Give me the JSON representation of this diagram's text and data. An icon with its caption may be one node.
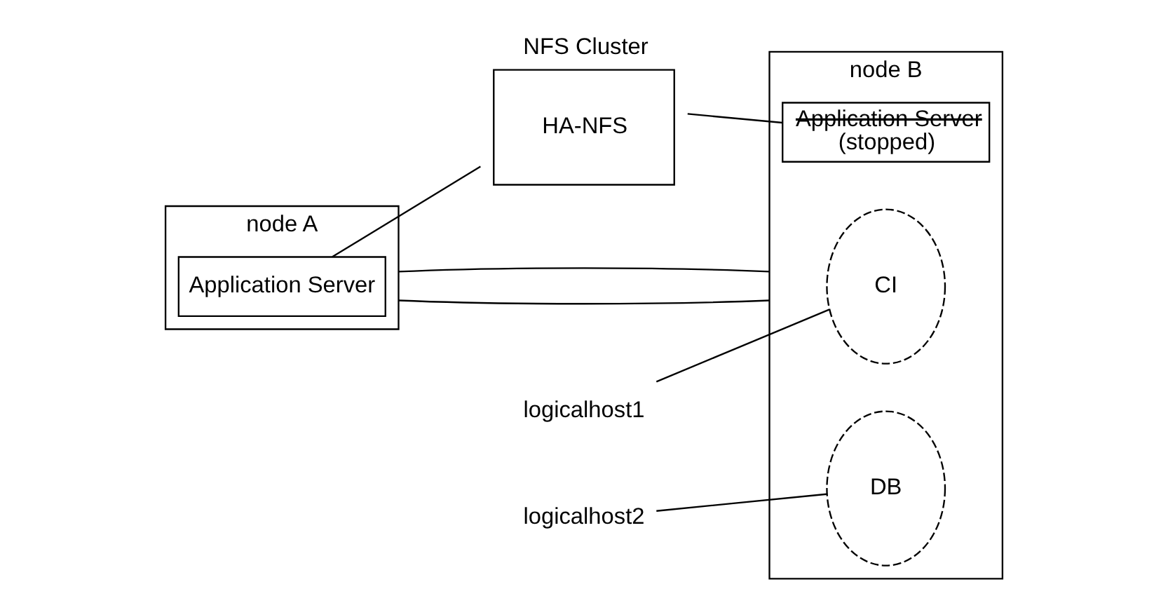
{
  "diagram": {
    "nodes": [
      {
        "text": [
          "node A"
        ]
      },
      {
        "text": [
          "Application Server"
        ],
        "in": 0
      },
      {
        "text": [
          "node B"
        ]
      },
      {
        "text": [
          "CI"
        ],
        "in": 2
      },
      {
        "text": [
          "DB"
        ],
        "in": 2
      },
      {
        "text": [
          "Application Server",
          "(stopped)"
        ],
        "in": 2
      },
      {
        "text": [
          "NFS Cluster",
          "HA-NFS"
        ]
      },
      {
        "text": [
          "logicalhost1"
        ]
      },
      {
        "text": [
          "logicalhost2"
        ]
      }
    ],
    "edges": [
      {
        "from": 0,
        "to": 2,
        "arrow": "none"
      },
      {
        "from": 0,
        "to": 2,
        "arrow": "none"
      },
      {
        "from": 1,
        "to": 6,
        "arrow": "none"
      },
      {
        "from": 6,
        "to": 5,
        "arrow": "none"
      },
      {
        "from": 7,
        "to": 3,
        "arrow": "none"
      },
      {
        "from": 8,
        "to": 4,
        "arrow": "none"
      }
    ]
  }
}
